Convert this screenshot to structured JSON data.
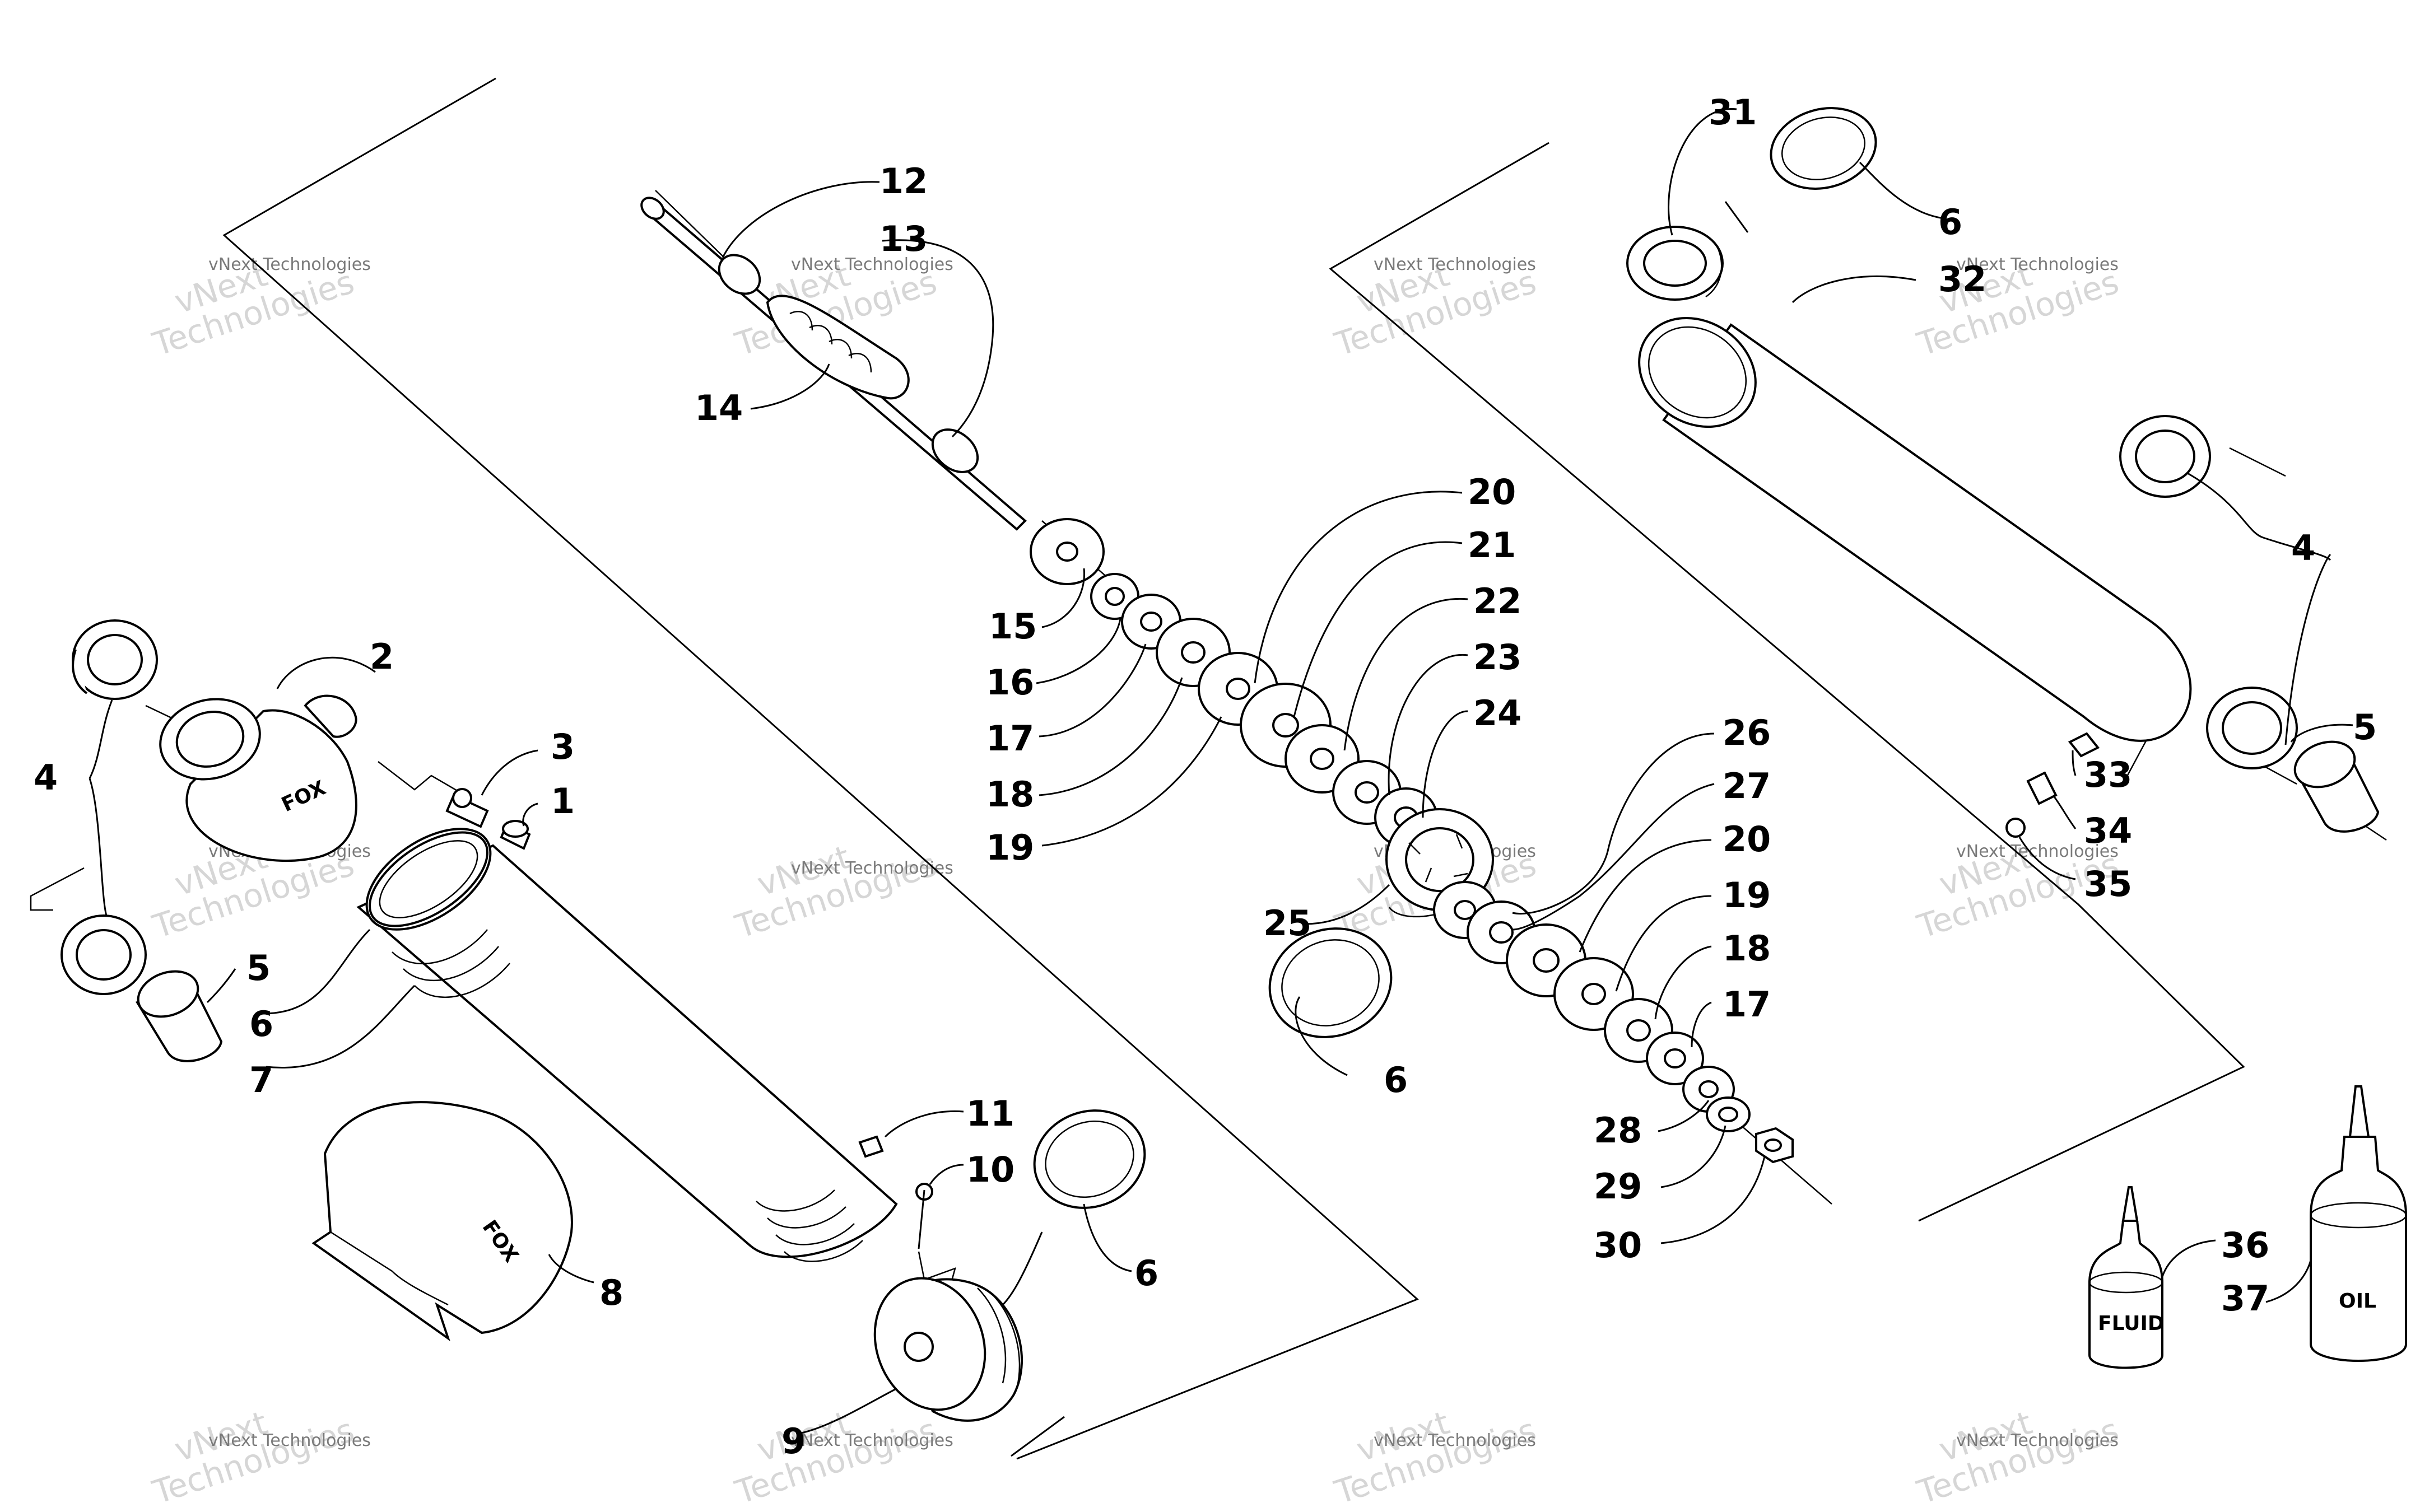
{
  "watermark": {
    "line": "vNext Technologies",
    "word1": "vNext",
    "word2": "Technologies"
  },
  "callouts": [
    "1",
    "2",
    "3",
    "4",
    "5",
    "6",
    "7",
    "8",
    "9",
    "10",
    "11",
    "12",
    "13",
    "14",
    "15",
    "16",
    "17",
    "18",
    "19",
    "20",
    "21",
    "22",
    "23",
    "24",
    "25",
    "26",
    "27",
    "28",
    "29",
    "30",
    "31",
    "32",
    "33",
    "34",
    "35",
    "36",
    "37"
  ],
  "containers": {
    "fluid_label": "FLUID",
    "oil_label": "OIL"
  },
  "brand_marks": {
    "shock_logo": "FOX",
    "sleeve_logo": "FOX"
  }
}
